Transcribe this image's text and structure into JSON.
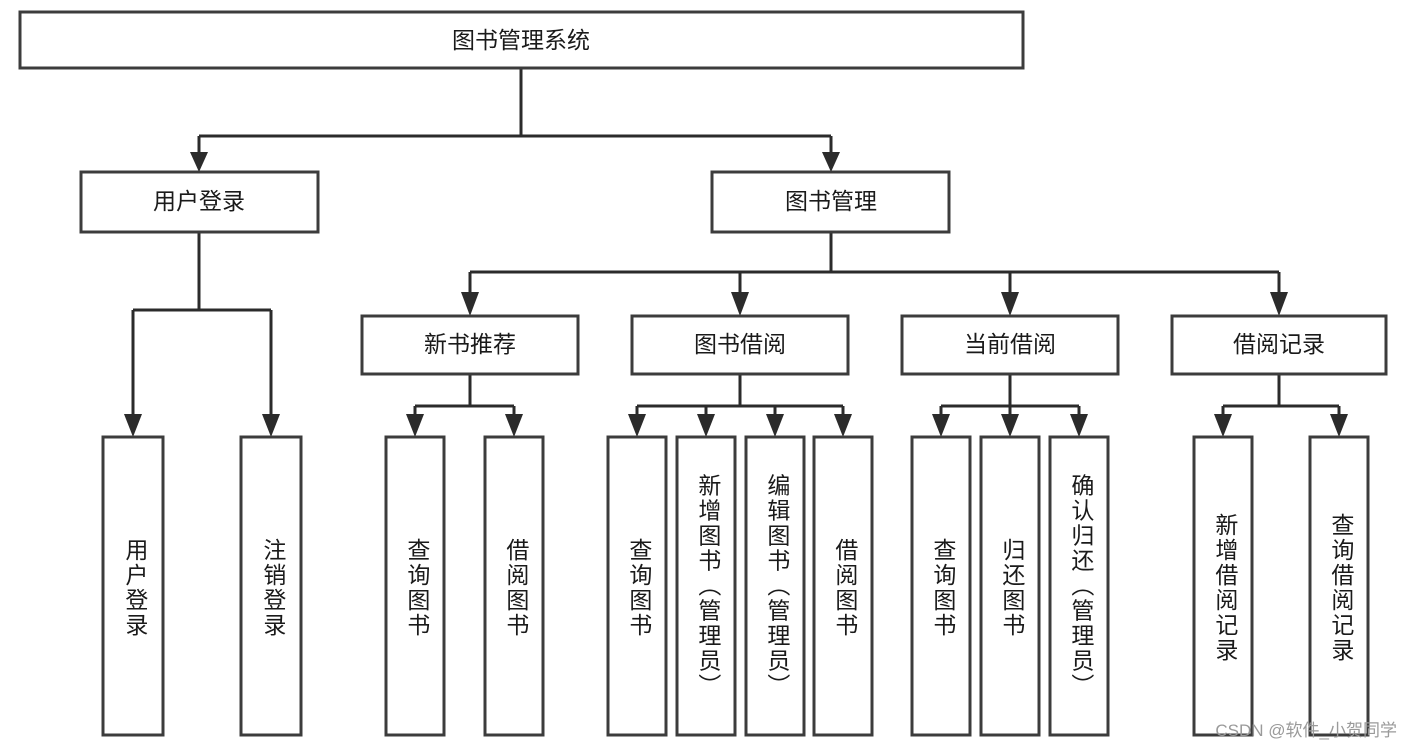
{
  "diagram": {
    "type": "hierarchy-tree",
    "title": "图书管理系统",
    "watermark": "CSDN @软件_小贺同学",
    "colors": {
      "box_stroke": "#3c3c3c",
      "connector": "#2b2b2b",
      "box_fill": "#ffffff",
      "text": "#1a1a1a",
      "watermark": "#9a9a9a",
      "background": "#ffffff"
    },
    "levels": {
      "level1": [
        {
          "id": "root",
          "label": "图书管理系统"
        }
      ],
      "level2": [
        {
          "id": "user-login",
          "label": "用户登录",
          "parent": "root"
        },
        {
          "id": "book-mgmt",
          "label": "图书管理",
          "parent": "root"
        }
      ],
      "level3": [
        {
          "id": "new-book-rec",
          "label": "新书推荐",
          "parent": "book-mgmt"
        },
        {
          "id": "book-borrow",
          "label": "图书借阅",
          "parent": "book-mgmt"
        },
        {
          "id": "current-borrow",
          "label": "当前借阅",
          "parent": "book-mgmt"
        },
        {
          "id": "borrow-record",
          "label": "借阅记录",
          "parent": "book-mgmt"
        }
      ],
      "level4": [
        {
          "id": "leaf-user-login",
          "label": "用户登录",
          "parent": "user-login"
        },
        {
          "id": "leaf-logout",
          "label": "注销登录",
          "parent": "user-login"
        },
        {
          "id": "leaf-query-book-1",
          "label": "查询图书",
          "parent": "new-book-rec"
        },
        {
          "id": "leaf-borrow-book-1",
          "label": "借阅图书",
          "parent": "new-book-rec"
        },
        {
          "id": "leaf-query-book-2",
          "label": "查询图书",
          "parent": "book-borrow"
        },
        {
          "id": "leaf-add-book",
          "label": "新增图书（管理员）",
          "parent": "book-borrow"
        },
        {
          "id": "leaf-edit-book",
          "label": "编辑图书（管理员）",
          "parent": "book-borrow"
        },
        {
          "id": "leaf-borrow-book-2",
          "label": "借阅图书",
          "parent": "book-borrow"
        },
        {
          "id": "leaf-query-book-3",
          "label": "查询图书",
          "parent": "current-borrow"
        },
        {
          "id": "leaf-return-book",
          "label": "归还图书",
          "parent": "current-borrow"
        },
        {
          "id": "leaf-confirm-return",
          "label": "确认归还（管理员）",
          "parent": "current-borrow"
        },
        {
          "id": "leaf-add-record",
          "label": "新增借阅记录",
          "parent": "borrow-record"
        },
        {
          "id": "leaf-query-record",
          "label": "查询借阅记录",
          "parent": "borrow-record"
        }
      ]
    }
  }
}
